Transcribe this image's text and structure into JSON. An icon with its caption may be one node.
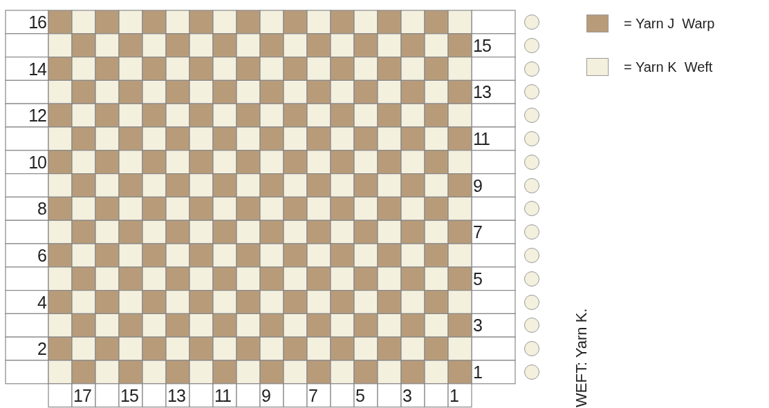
{
  "diagram": {
    "labels": [
      "16",
      "15",
      "14",
      "13",
      "12",
      "11",
      "10",
      "9",
      "8",
      "7",
      "6",
      "5",
      "4",
      "3",
      "2",
      "1",
      "17",
      "15",
      "13",
      "11",
      "9",
      "7",
      "5",
      "3",
      "1",
      "WEFT: Yarn K."
    ],
    "legend": [
      {
        "text": "= Yarn J  Warp",
        "color": "#b89c7a"
      },
      {
        "text": "= Yarn K  Weft",
        "color": "#f4f0de"
      }
    ]
  }
}
